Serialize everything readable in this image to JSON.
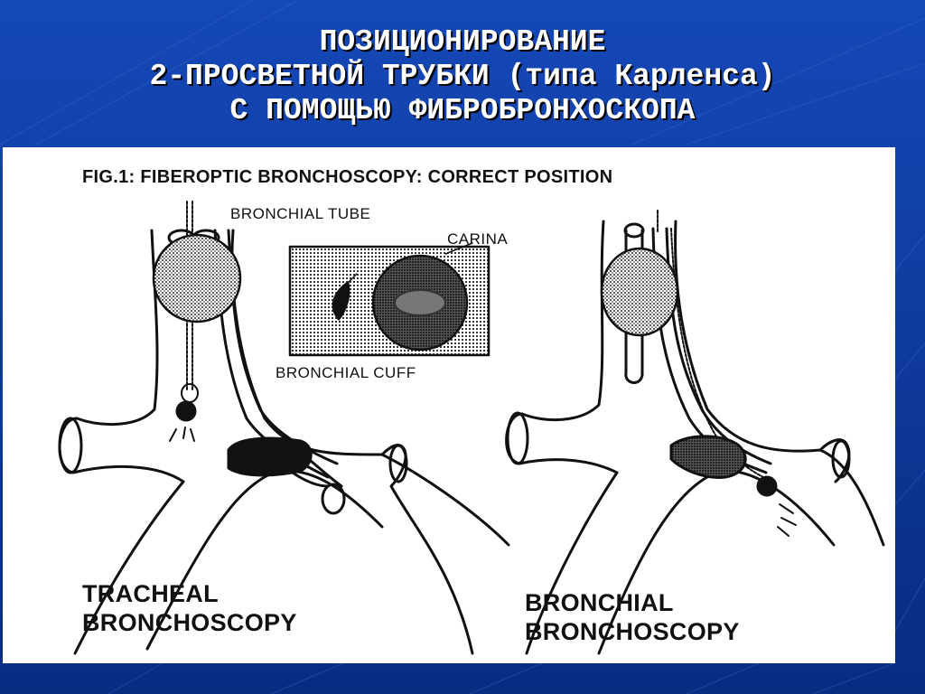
{
  "slide": {
    "title_lines": [
      "ПОЗИЦИОНИРОВАНИЕ",
      "2-ПРОСВЕТНОЙ ТРУБКИ (типа Карленса)",
      "С ПОМОЩЬЮ ФИБРОБРОНХОСКОПА"
    ]
  },
  "figure": {
    "caption": "FIG.1: FIBEROPTIC BRONCHOSCOPY: CORRECT POSITION",
    "label_bronchial_tube": "BRONCHIAL TUBE",
    "label_carina": "CARINA",
    "label_bronchial_cuff": "BRONCHIAL CUFF",
    "left_panel": {
      "line1": "TRACHEAL",
      "line2": "BRONCHOSCOPY"
    },
    "right_panel": {
      "line1": "BRONCHIAL",
      "line2": "BRONCHOSCOPY"
    }
  },
  "colors": {
    "background": "#0b3a9c",
    "title_text": "#ffffff",
    "figure_background": "#ffffff",
    "ink": "#111111"
  }
}
